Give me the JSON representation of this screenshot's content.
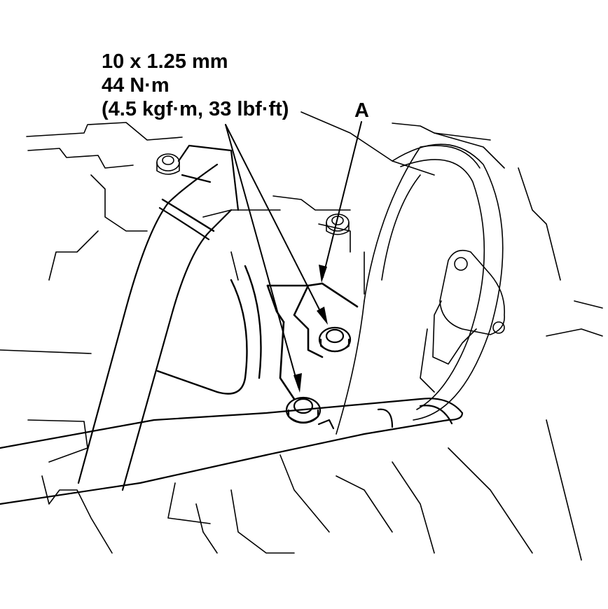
{
  "labels": {
    "bolt_spec": {
      "size": "10 x 1.25 mm",
      "torque_nm": "44 N·m",
      "torque_alt": "(4.5 kgf·m, 33 lbf·ft)"
    },
    "callout_a": "A"
  },
  "colors": {
    "line": "#000000",
    "background": "#ffffff"
  }
}
